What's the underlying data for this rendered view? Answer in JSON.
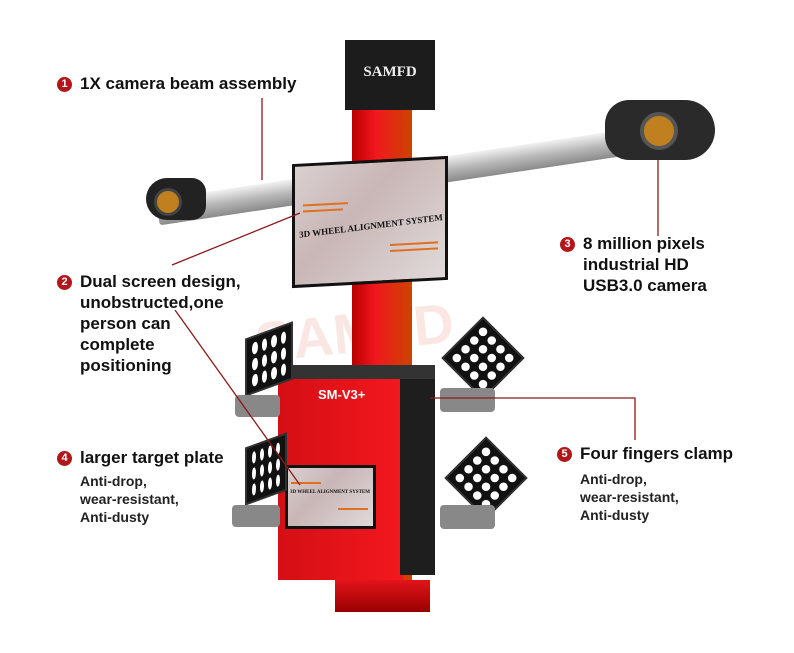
{
  "product": {
    "brand": "SAMFD",
    "model": "SM-V3+",
    "screen_text": "3D WHEEL ALIGNMENT SYSTEM",
    "watermark": "SAMFD"
  },
  "callouts": [
    {
      "num": "1",
      "title": "1X camera beam assembly"
    },
    {
      "num": "2",
      "title_lines": [
        "Dual screen design,",
        "unobstructed,one",
        "person can",
        "complete",
        "positioning"
      ]
    },
    {
      "num": "3",
      "title_lines": [
        "8 million pixels",
        "industrial HD",
        "USB3.0 camera"
      ]
    },
    {
      "num": "4",
      "title": "larger target plate",
      "details": [
        "Anti-drop,",
        "wear-resistant,",
        "Anti-dusty"
      ]
    },
    {
      "num": "5",
      "title": "Four fingers clamp",
      "details": [
        "Anti-drop,",
        "wear-resistant,",
        "Anti-dusty"
      ]
    }
  ],
  "colors": {
    "accent": "#b2161b",
    "machine_red": "#e3141b"
  }
}
